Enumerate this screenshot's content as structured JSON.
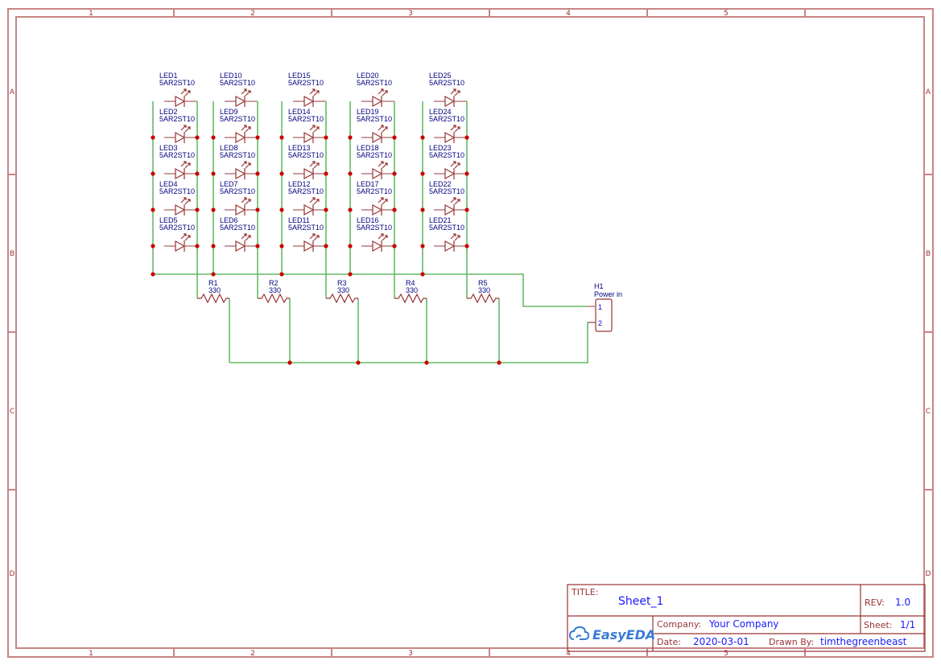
{
  "app": "EasyEDA",
  "sheet": {
    "zones_columns": [
      "1",
      "2",
      "3",
      "4",
      "5"
    ],
    "zones_rows": [
      "A",
      "B",
      "C",
      "D"
    ]
  },
  "colors": {
    "frame": "#c78585",
    "symbol": "#993333",
    "wire": "#66bb66",
    "junction": "#cc0000",
    "designator": "#000080",
    "title_value": "#1a1aff"
  },
  "led_columns": [
    {
      "leds": [
        {
          "ref": "LED1",
          "value": "5AR2ST10"
        },
        {
          "ref": "LED2",
          "value": "5AR2ST10"
        },
        {
          "ref": "LED3",
          "value": "5AR2ST10"
        },
        {
          "ref": "LED4",
          "value": "5AR2ST10"
        },
        {
          "ref": "LED5",
          "value": "5AR2ST10"
        }
      ]
    },
    {
      "leds": [
        {
          "ref": "LED10",
          "value": "5AR2ST10"
        },
        {
          "ref": "LED9",
          "value": "5AR2ST10"
        },
        {
          "ref": "LED8",
          "value": "5AR2ST10"
        },
        {
          "ref": "LED7",
          "value": "5AR2ST10"
        },
        {
          "ref": "LED6",
          "value": "5AR2ST10"
        }
      ]
    },
    {
      "leds": [
        {
          "ref": "LED15",
          "value": "5AR2ST10"
        },
        {
          "ref": "LED14",
          "value": "5AR2ST10"
        },
        {
          "ref": "LED13",
          "value": "5AR2ST10"
        },
        {
          "ref": "LED12",
          "value": "5AR2ST10"
        },
        {
          "ref": "LED11",
          "value": "5AR2ST10"
        }
      ]
    },
    {
      "leds": [
        {
          "ref": "LED20",
          "value": "5AR2ST10"
        },
        {
          "ref": "LED19",
          "value": "5AR2ST10"
        },
        {
          "ref": "LED18",
          "value": "5AR2ST10"
        },
        {
          "ref": "LED17",
          "value": "5AR2ST10"
        },
        {
          "ref": "LED16",
          "value": "5AR2ST10"
        }
      ]
    },
    {
      "leds": [
        {
          "ref": "LED25",
          "value": "5AR2ST10"
        },
        {
          "ref": "LED24",
          "value": "5AR2ST10"
        },
        {
          "ref": "LED23",
          "value": "5AR2ST10"
        },
        {
          "ref": "LED22",
          "value": "5AR2ST10"
        },
        {
          "ref": "LED21",
          "value": "5AR2ST10"
        }
      ]
    }
  ],
  "resistors": [
    {
      "ref": "R1",
      "value": "330"
    },
    {
      "ref": "R2",
      "value": "330"
    },
    {
      "ref": "R3",
      "value": "330"
    },
    {
      "ref": "R4",
      "value": "330"
    },
    {
      "ref": "R5",
      "value": "330"
    }
  ],
  "header": {
    "ref": "H1",
    "value": "Power in",
    "pins": [
      "1",
      "2"
    ]
  },
  "title_block": {
    "title_label": "TITLE:",
    "title": "Sheet_1",
    "rev_label": "REV:",
    "rev": "1.0",
    "company_label": "Company:",
    "company": "Your Company",
    "sheet_label": "Sheet:",
    "sheet": "1/1",
    "date_label": "Date:",
    "date": "2020-03-01",
    "drawn_by_label": "Drawn By:",
    "drawn_by": "timthegreenbeast",
    "logo_text": "EasyEDA"
  }
}
